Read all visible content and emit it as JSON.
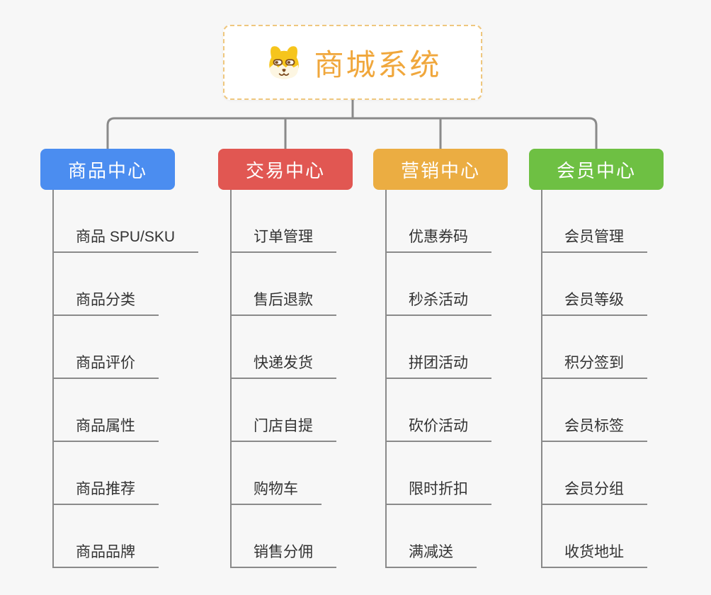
{
  "canvas": {
    "background": "#f7f7f7",
    "connector_color": "#8a8a8a"
  },
  "root": {
    "title": "商城系统",
    "icon": "dog-mascot",
    "title_color": "#f0a73c",
    "border_color": "#efc77e"
  },
  "branches": [
    {
      "label": "商品中心",
      "color": "#4b8df0",
      "children": [
        "商品 SPU/SKU",
        "商品分类",
        "商品评价",
        "商品属性",
        "商品推荐",
        "商品品牌"
      ]
    },
    {
      "label": "交易中心",
      "color": "#e15752",
      "children": [
        "订单管理",
        "售后退款",
        "快递发货",
        "门店自提",
        "购物车",
        "销售分佣"
      ]
    },
    {
      "label": "营销中心",
      "color": "#ebad42",
      "children": [
        "优惠券码",
        "秒杀活动",
        "拼团活动",
        "砍价活动",
        "限时折扣",
        "满减送"
      ]
    },
    {
      "label": "会员中心",
      "color": "#6ec043",
      "children": [
        "会员管理",
        "会员等级",
        "积分签到",
        "会员标签",
        "会员分组",
        "收货地址"
      ]
    }
  ]
}
